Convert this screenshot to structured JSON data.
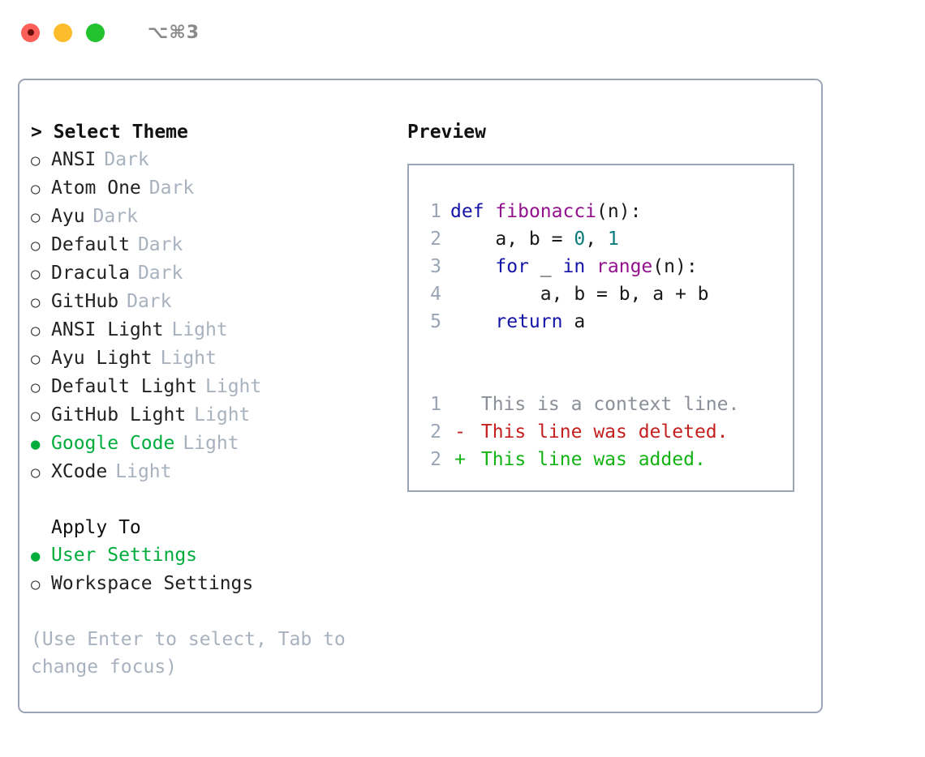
{
  "titlebar": {
    "shortcut": "⌥⌘3",
    "buttons": [
      {
        "name": "close",
        "color": "#fb5f57"
      },
      {
        "name": "minimize",
        "color": "#fcbc2c"
      },
      {
        "name": "maximize",
        "color": "#22c32e"
      }
    ]
  },
  "theme_panel": {
    "header": "> Select Theme",
    "options": [
      {
        "bullet": "○",
        "label": "ANSI",
        "tag": "Dark",
        "selected": false
      },
      {
        "bullet": "○",
        "label": "Atom One",
        "tag": "Dark",
        "selected": false
      },
      {
        "bullet": "○",
        "label": "Ayu",
        "tag": "Dark",
        "selected": false
      },
      {
        "bullet": "○",
        "label": "Default",
        "tag": "Dark",
        "selected": false
      },
      {
        "bullet": "○",
        "label": "Dracula",
        "tag": "Dark",
        "selected": false
      },
      {
        "bullet": "○",
        "label": "GitHub",
        "tag": "Dark",
        "selected": false
      },
      {
        "bullet": "○",
        "label": "ANSI Light",
        "tag": "Light",
        "selected": false
      },
      {
        "bullet": "○",
        "label": "Ayu Light",
        "tag": "Light",
        "selected": false
      },
      {
        "bullet": "○",
        "label": "Default Light",
        "tag": "Light",
        "selected": false
      },
      {
        "bullet": "○",
        "label": "GitHub Light",
        "tag": "Light",
        "selected": false
      },
      {
        "bullet": "●",
        "label": "Google Code",
        "tag": "Light",
        "selected": true
      },
      {
        "bullet": "○",
        "label": "XCode",
        "tag": "Light",
        "selected": false
      }
    ]
  },
  "apply_to": {
    "header": "Apply To",
    "options": [
      {
        "bullet": "●",
        "label": "User Settings",
        "selected": true
      },
      {
        "bullet": "○",
        "label": "Workspace Settings",
        "selected": false
      }
    ]
  },
  "hint": "(Use Enter to select, Tab to\nchange focus)",
  "preview": {
    "title": "Preview",
    "code_lines": [
      {
        "num": "1",
        "tokens": [
          {
            "t": "def",
            "c": "kw"
          },
          {
            "t": " ",
            "c": "plain"
          },
          {
            "t": "fibonacci",
            "c": "fn"
          },
          {
            "t": "(n):",
            "c": "plain"
          }
        ]
      },
      {
        "num": "2",
        "tokens": [
          {
            "t": "    a, b = ",
            "c": "plain"
          },
          {
            "t": "0",
            "c": "num"
          },
          {
            "t": ", ",
            "c": "plain"
          },
          {
            "t": "1",
            "c": "num"
          }
        ]
      },
      {
        "num": "3",
        "tokens": [
          {
            "t": "    ",
            "c": "plain"
          },
          {
            "t": "for",
            "c": "kw"
          },
          {
            "t": " _ ",
            "c": "plain"
          },
          {
            "t": "in",
            "c": "kw"
          },
          {
            "t": " ",
            "c": "plain"
          },
          {
            "t": "range",
            "c": "fn"
          },
          {
            "t": "(n):",
            "c": "plain"
          }
        ]
      },
      {
        "num": "4",
        "tokens": [
          {
            "t": "        a, b = b, a + b",
            "c": "plain"
          }
        ]
      },
      {
        "num": "5",
        "tokens": [
          {
            "t": "    ",
            "c": "plain"
          },
          {
            "t": "return",
            "c": "kw"
          },
          {
            "t": " a",
            "c": "plain"
          }
        ]
      }
    ],
    "diff_lines": [
      {
        "num": "1",
        "marker": " ",
        "text": " This is a context line.",
        "kind": "diff-ctx"
      },
      {
        "num": "2",
        "marker": "-",
        "text": " This line was deleted.",
        "kind": "diff-del"
      },
      {
        "num": "2",
        "marker": "+",
        "text": " This line was added.",
        "kind": "diff-add"
      }
    ]
  },
  "colors": {
    "accent_green": "#00ad3c",
    "border": "#9aa5b5",
    "muted": "#a8b2bf",
    "keyword": "#1414a8",
    "function": "#93118c",
    "number": "#0a7a7a",
    "diff_delete": "#c42020",
    "diff_add": "#13b313",
    "diff_context": "#8a8f98"
  }
}
